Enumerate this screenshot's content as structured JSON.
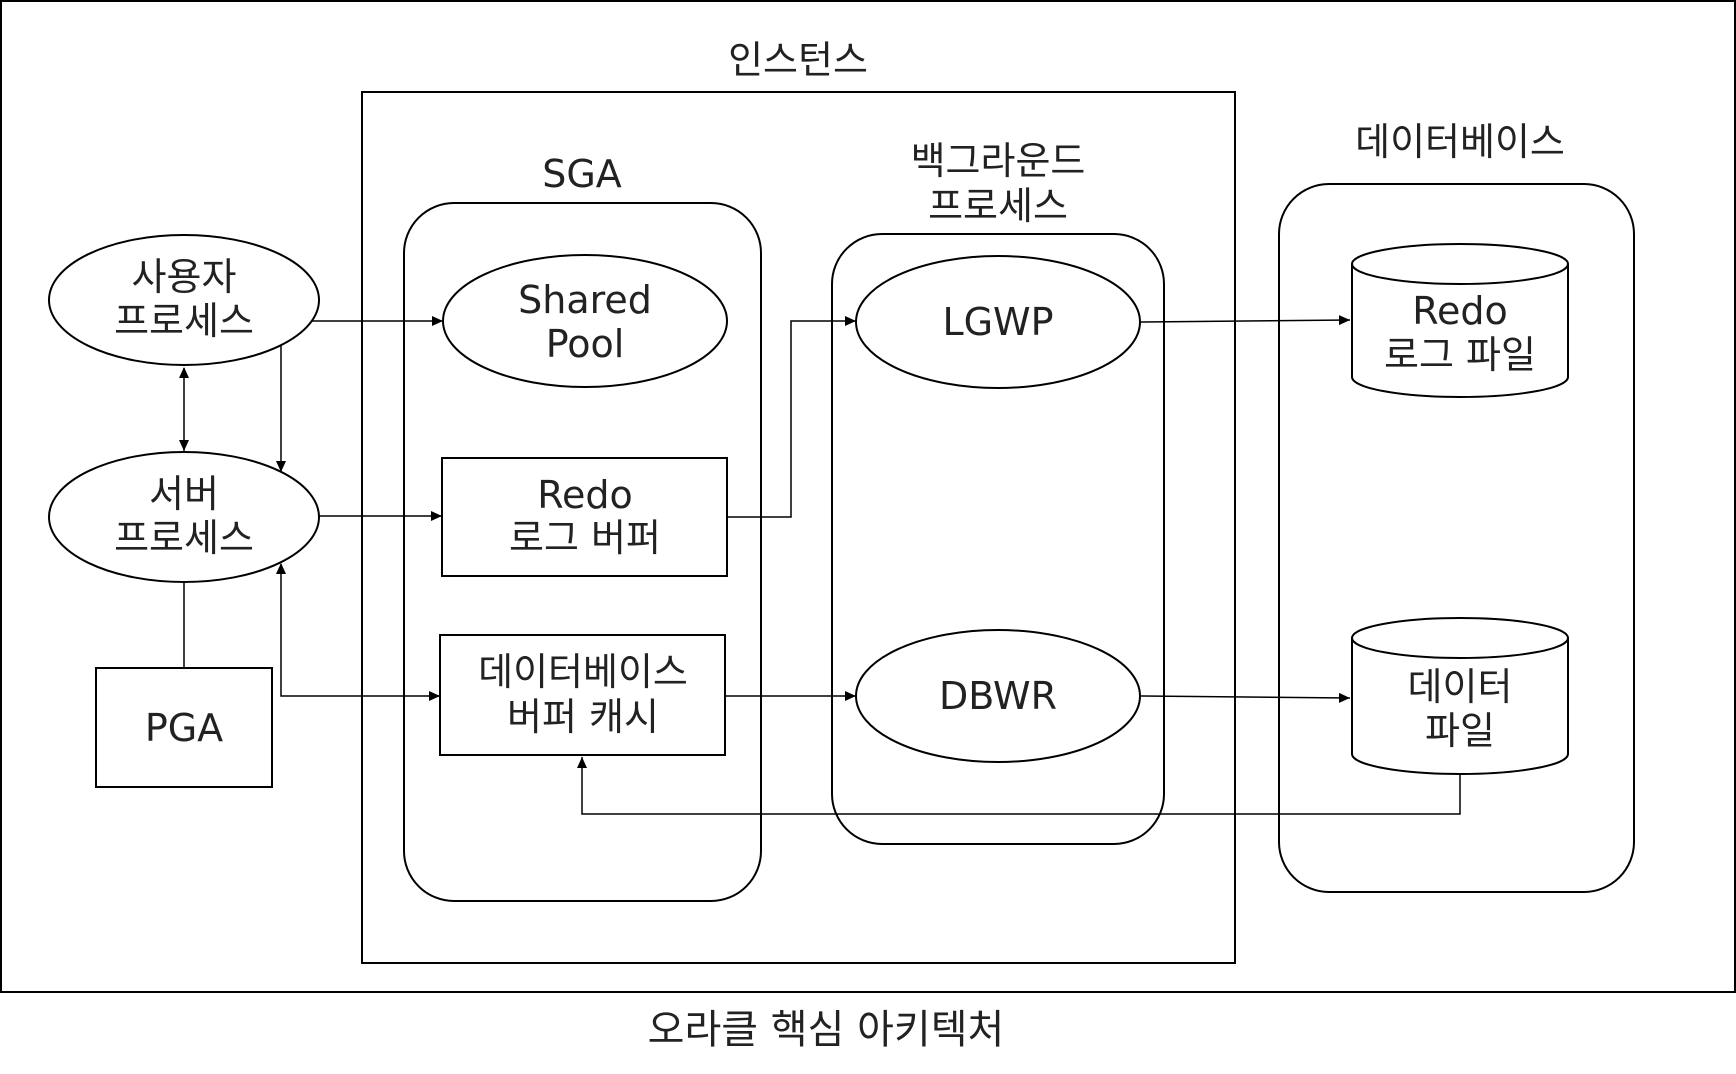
{
  "caption": "오라클 핵심 아키텍처",
  "instance": {
    "title": "인스턴스"
  },
  "sga": {
    "title": "SGA",
    "shared_pool": {
      "line1": "Shared",
      "line2": "Pool"
    },
    "redo_buffer": {
      "line1": "Redo",
      "line2": "로그 버퍼"
    },
    "db_buffer_cache": {
      "line1": "데이터베이스",
      "line2": "버퍼 캐시"
    }
  },
  "background": {
    "title_line1": "백그라운드",
    "title_line2": "프로세스",
    "lgwp": "LGWP",
    "dbwr": "DBWR"
  },
  "database": {
    "title": "데이터베이스",
    "redo_log_file": {
      "line1": "Redo",
      "line2": "로그 파일"
    },
    "data_file": {
      "line1": "데이터",
      "line2": "파일"
    }
  },
  "client": {
    "user_process": {
      "line1": "사용자",
      "line2": "프로세스"
    },
    "server_process": {
      "line1": "서버",
      "line2": "프로세스"
    },
    "pga": "PGA"
  }
}
